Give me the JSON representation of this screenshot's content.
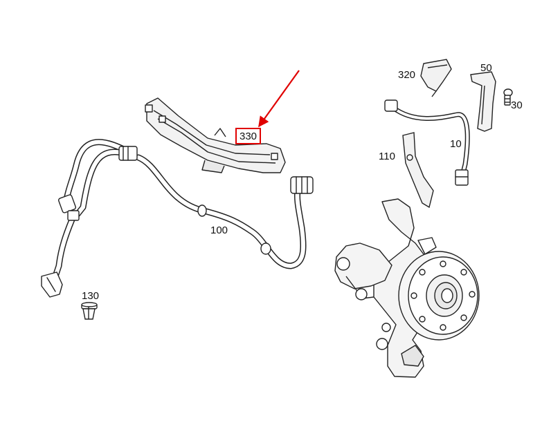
{
  "labels": {
    "p320": "320",
    "p50": "50",
    "p30": "30",
    "p10": "10",
    "p110": "110",
    "p330": "330",
    "p100": "100",
    "p130": "130"
  },
  "highlight": {
    "part": "330",
    "color": "#e00000"
  },
  "parts": [
    "wheel-speed-sensor",
    "cable-bracket",
    "bolt",
    "bracket",
    "wiring-harness",
    "screw",
    "cover",
    "cable-holder",
    "steering-knuckle"
  ]
}
